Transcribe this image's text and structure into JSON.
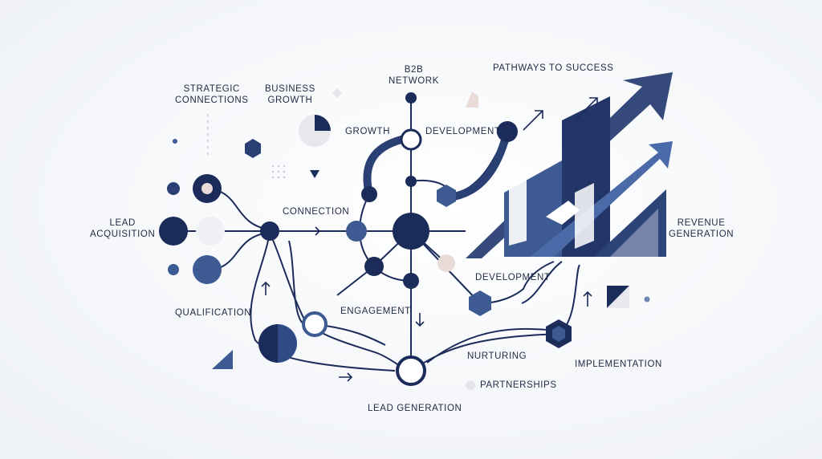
{
  "labels": {
    "strategic_connections": "STRATEGIC\nCONNECTIONS",
    "business_growth": "BUSINESS\nGROWTH",
    "b2b_network": "B2B\nNETWORK",
    "pathways_to_success": "PATHWAYS TO SUCCESS",
    "growth": "GROWTH",
    "development_top": "DEVELOPMENT",
    "lead_acquisition": "LEAD\nACQUISITION",
    "connection": "CONNECTION",
    "revenue_generation": "REVENUE\nGENERATION",
    "development_mid": "DEVELOPMENT",
    "qualification": "QUALIFICATION",
    "engagement": "ENGAGEMENT",
    "nurturing": "NURTURING",
    "implementation": "IMPLEMENTATION",
    "partnerships": "PARTNERSHIPS",
    "lead_generation": "LEAD GENERATION"
  },
  "colors": {
    "navy": "#1b2b5a",
    "mid_blue": "#3d5a92",
    "steel": "#50699c",
    "blush": "#e9dcd8",
    "light_gray": "#e6e8ee"
  },
  "icons": [
    "arrow-right-icon",
    "arrow-up-icon",
    "arrow-down-icon",
    "triangle-icon",
    "hexagon-icon",
    "rising-arrows-icon"
  ]
}
